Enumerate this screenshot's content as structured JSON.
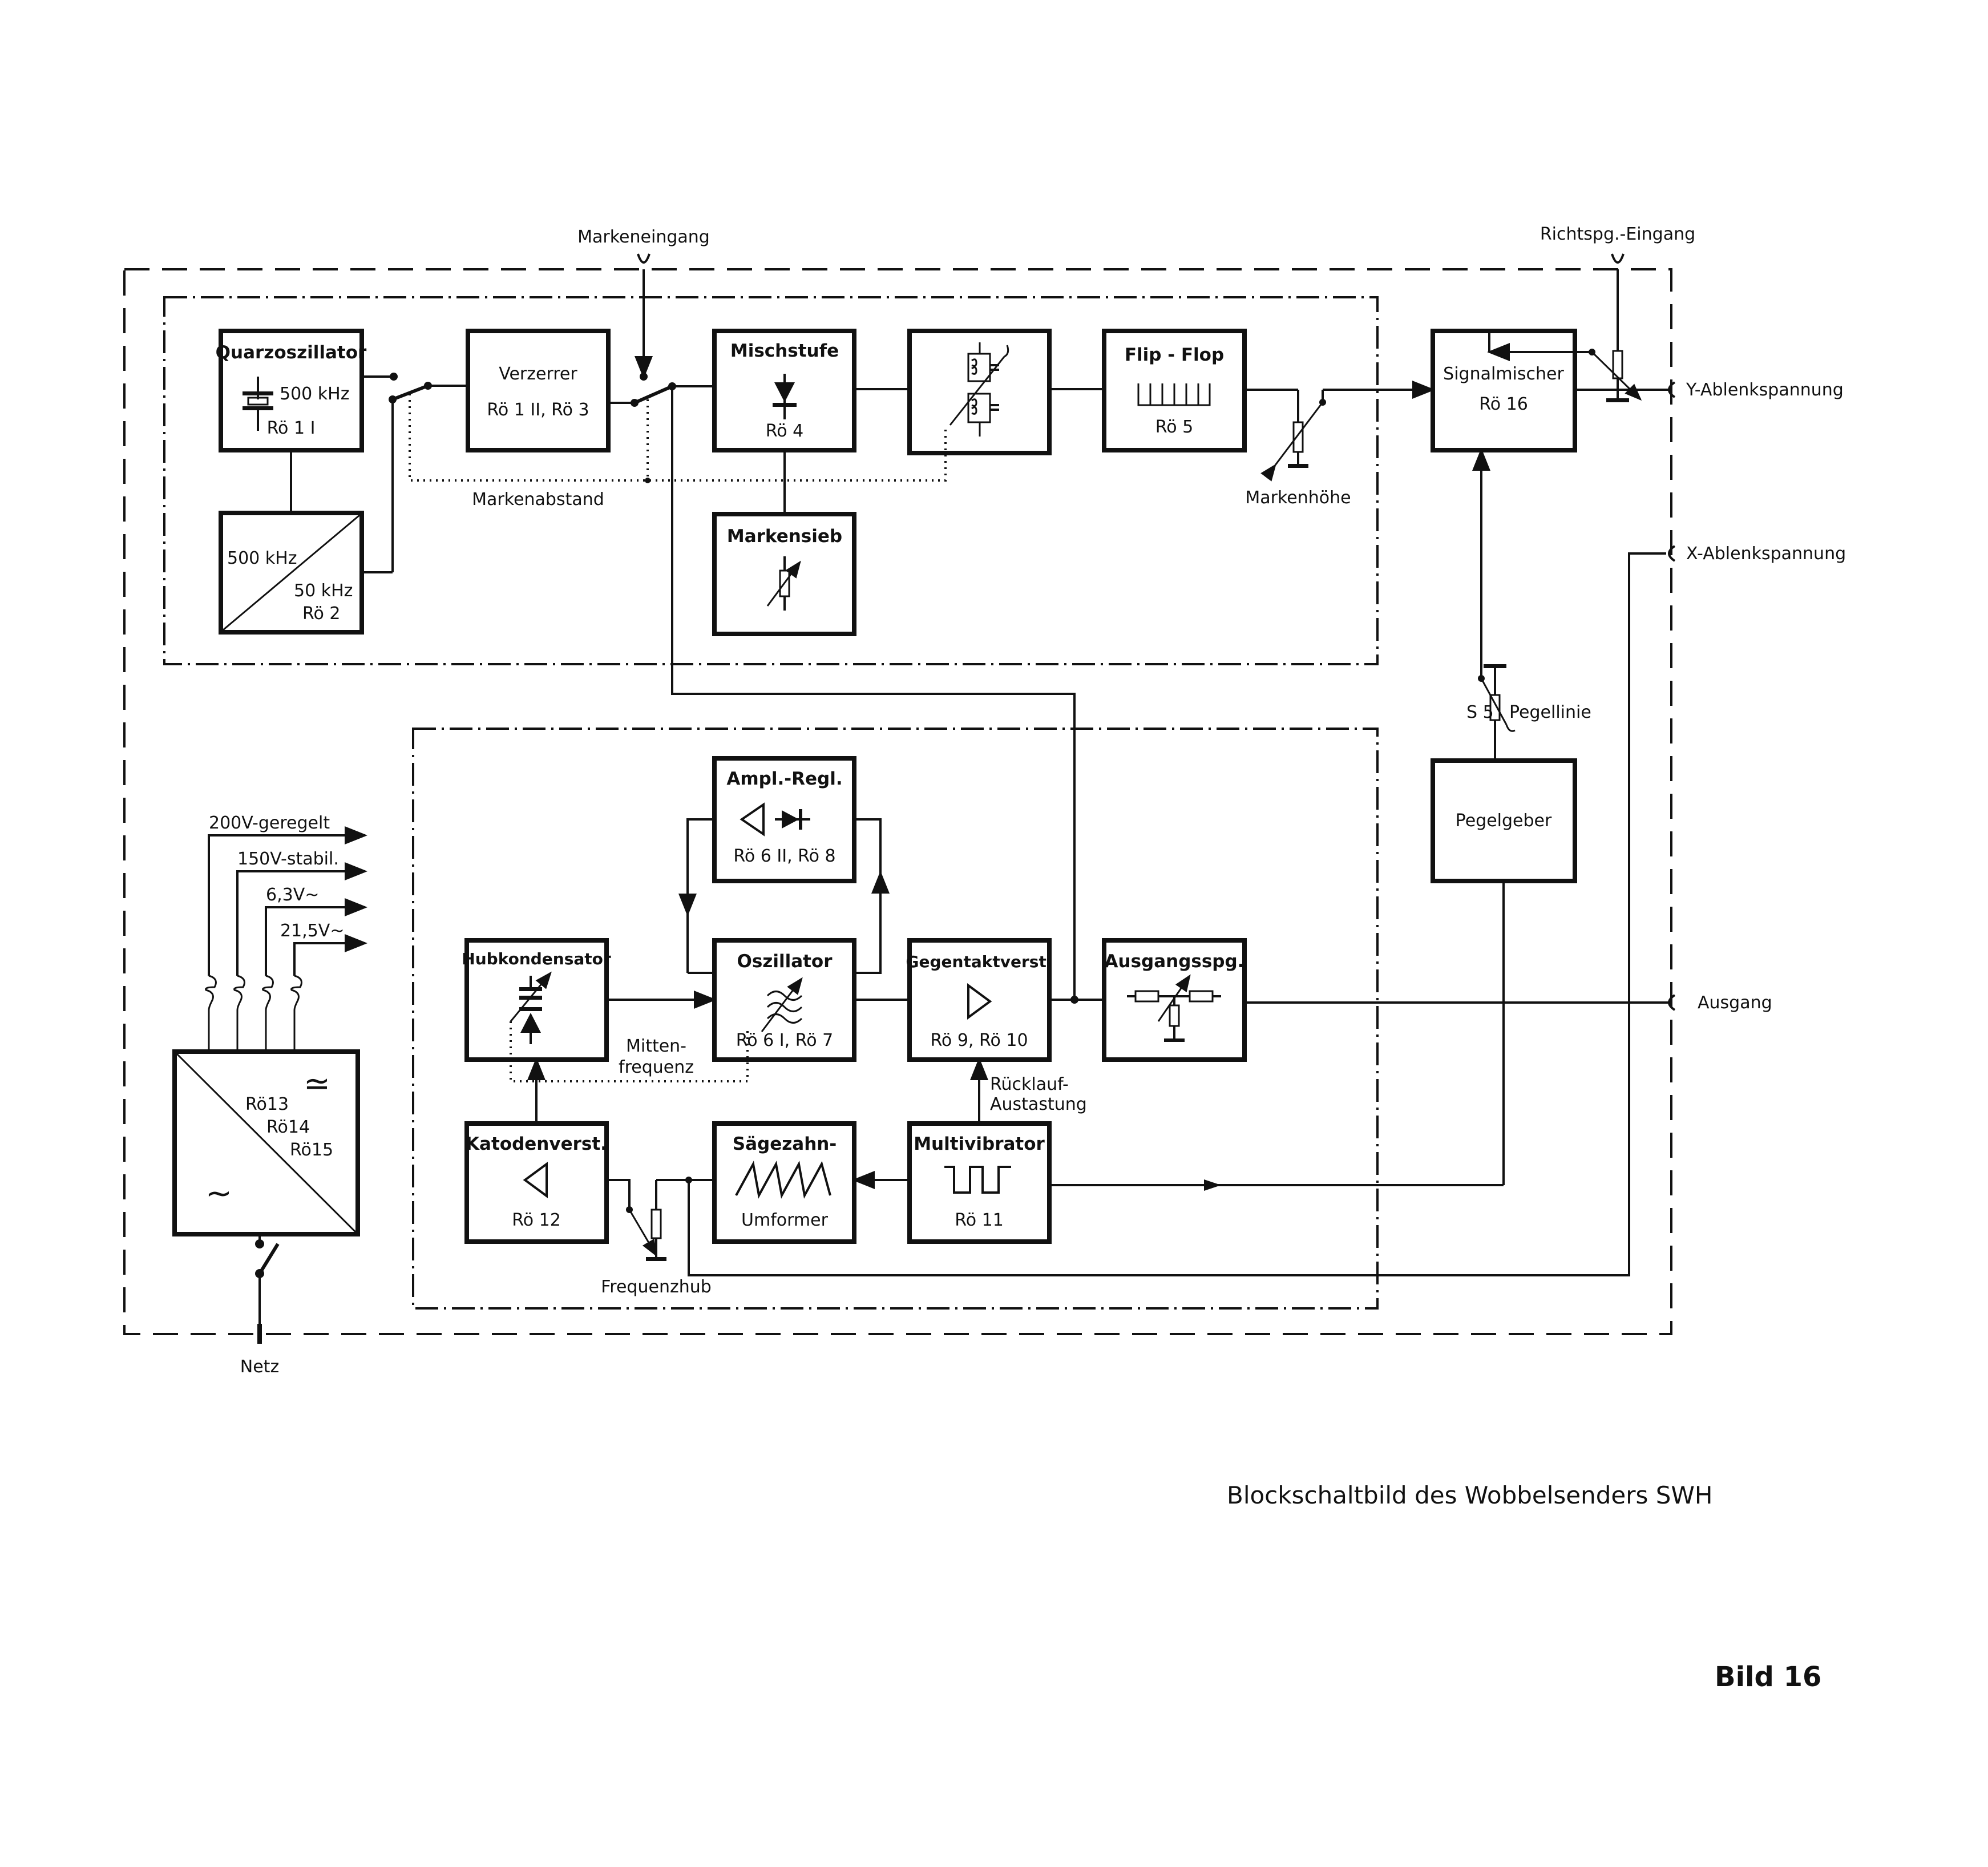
{
  "figure": {
    "caption": "Blockschaltbild des Wobbelsenders SWH",
    "number": "Bild 16"
  },
  "terminals": {
    "markeneingang": "Markeneingang",
    "richtspg_eingang": "Richtspg.-Eingang",
    "y_ablenkspannung": "Y-Ablenkspannung",
    "x_ablenkspannung": "X-Ablenkspannung",
    "ausgang": "Ausgang",
    "netz": "Netz"
  },
  "controls": {
    "markenabstand": "Markenabstand",
    "markenhoehe": "Markenhöhe",
    "pegellinie_switch": "S 5",
    "pegellinie": "Pegellinie",
    "mittenfrequenz_1": "Mitten-",
    "mittenfrequenz_2": "frequenz",
    "frequenzhub": "Frequenzhub",
    "ruecklauf_1": "Rücklauf-",
    "ruecklauf_2": "Austastung"
  },
  "blocks": {
    "quarz": {
      "title": "Quarzoszillator",
      "freq": "500 kHz",
      "tube": "Rö 1 I"
    },
    "teiler": {
      "in": "500 kHz",
      "out": "50 kHz",
      "tube": "Rö 2"
    },
    "verzerrer": {
      "title": "Verzerrer",
      "tube": "Rö 1 II, Rö 3"
    },
    "mischstufe": {
      "title": "Mischstufe",
      "tube": "Rö 4"
    },
    "markensieb": {
      "title": "Markensieb"
    },
    "flipflop": {
      "title": "Flip - Flop",
      "tube": "Rö 5"
    },
    "signalmischer": {
      "title": "Signalmischer",
      "tube": "Rö 16"
    },
    "pegelgeber": {
      "title": "Pegelgeber"
    },
    "amplregl": {
      "title": "Ampl.-Regl.",
      "tube": "Rö 6 II, Rö 8"
    },
    "hubkondensator": {
      "title": "Hubkondensator"
    },
    "oszillator": {
      "title": "Oszillator",
      "tube": "Rö 6 I, Rö 7"
    },
    "gegentakt": {
      "title": "Gegentaktverst.",
      "tube": "Rö 9, Rö 10"
    },
    "ausgangsspg": {
      "title": "Ausgangsspg."
    },
    "katodenverst": {
      "title": "Katodenverst.",
      "tube": "Rö 12"
    },
    "saegezahn": {
      "title": "Sägezahn-",
      "subtitle": "Umformer"
    },
    "multivibrator": {
      "title": "Multivibrator",
      "tube": "Rö 11"
    },
    "netzteil": {
      "tube1": "Rö13",
      "tube2": "Rö14",
      "tube3": "Rö15",
      "dc_symbol": "≃",
      "ac_symbol": "~"
    }
  },
  "power_rails": [
    {
      "label": "200V-geregelt"
    },
    {
      "label": "150V-stabil."
    },
    {
      "label": "6,3V~"
    },
    {
      "label": "21,5V~"
    }
  ]
}
